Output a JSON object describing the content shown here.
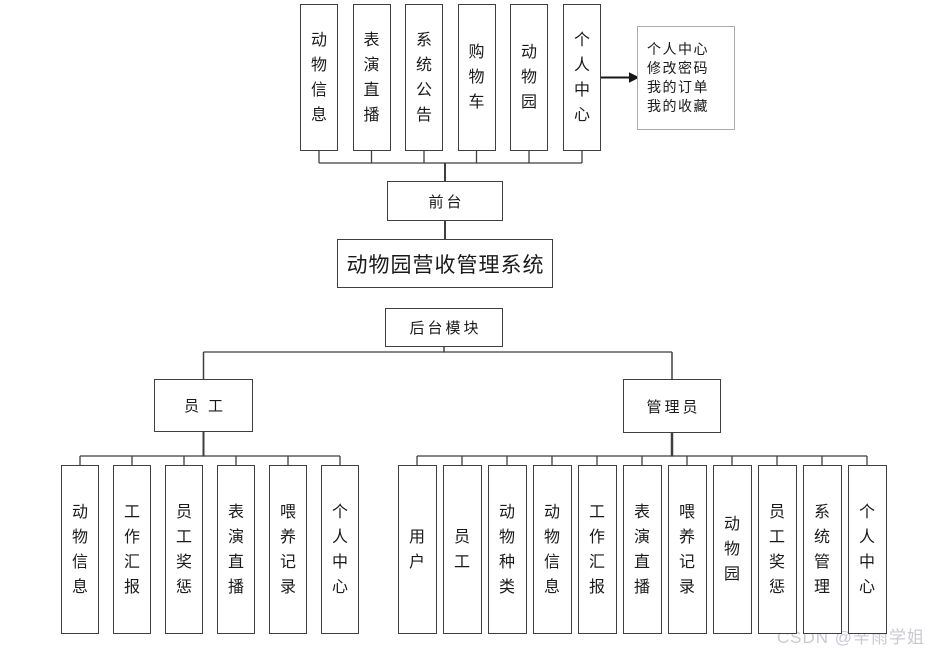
{
  "title": "动物园营收管理系统",
  "front": {
    "label": "前台",
    "modules": [
      "动物信息",
      "表演直播",
      "系统公告",
      "购物车",
      "动物园",
      "个人中心"
    ]
  },
  "personal_center_note": {
    "lines": [
      "个人中心",
      "修改密码",
      "我的订单",
      "我的收藏"
    ]
  },
  "back": {
    "label": "后台模块",
    "branches": [
      {
        "label": "员工",
        "modules": [
          "动物信息",
          "工作汇报",
          "员工奖惩",
          "表演直播",
          "喂养记录",
          "个人中心"
        ]
      },
      {
        "label": "管理员",
        "modules": [
          "用户",
          "员工",
          "动物种类",
          "动物信息",
          "工作汇报",
          "表演直播",
          "喂养记录",
          "动物园",
          "员工奖惩",
          "系统管理",
          "个人中心"
        ]
      }
    ]
  },
  "watermark": "CSDN @辛雨学姐",
  "colors": {
    "line": "#3f3f3f",
    "arrow": "#161616",
    "text": "#1a1a1a",
    "note_border": "#ababab",
    "watermark": "#c9c9d3",
    "background": "#ffffff"
  }
}
